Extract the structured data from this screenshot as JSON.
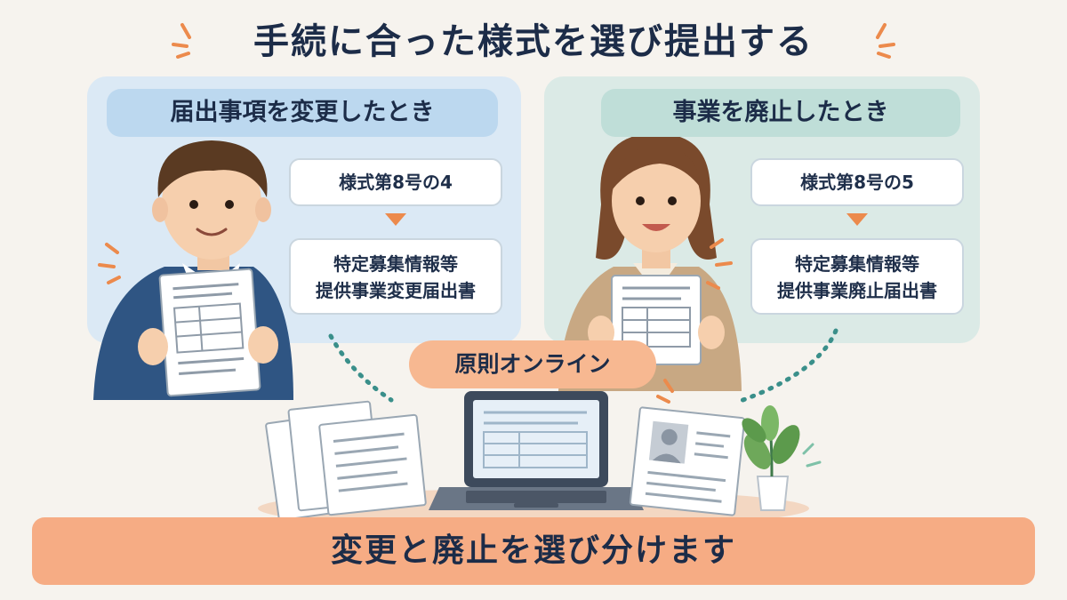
{
  "title": "手続に合った様式を選び提出する",
  "left": {
    "header": "届出事項を変更したとき",
    "form_number": "様式第8号の4",
    "form_name_line1": "特定募集情報等",
    "form_name_line2": "提供事業変更届出書"
  },
  "right": {
    "header": "事業を廃止したとき",
    "form_number": "様式第8号の5",
    "form_name_line1": "特定募集情報等",
    "form_name_line2": "提供事業廃止届出書"
  },
  "center_label": "原則オンライン",
  "footer": "変更と廃止を選び分けます",
  "colors": {
    "accent_orange": "#ec8a4c",
    "left_panel": "#dbe9f5",
    "right_panel": "#dbeae6",
    "dots": "#3a8f8a",
    "footer_bar": "#f6ac84"
  },
  "icons": [
    "person-man-icon",
    "person-woman-icon",
    "laptop-icon",
    "document-stack-icon",
    "resume-icon",
    "plant-icon",
    "arrow-down-icon"
  ]
}
